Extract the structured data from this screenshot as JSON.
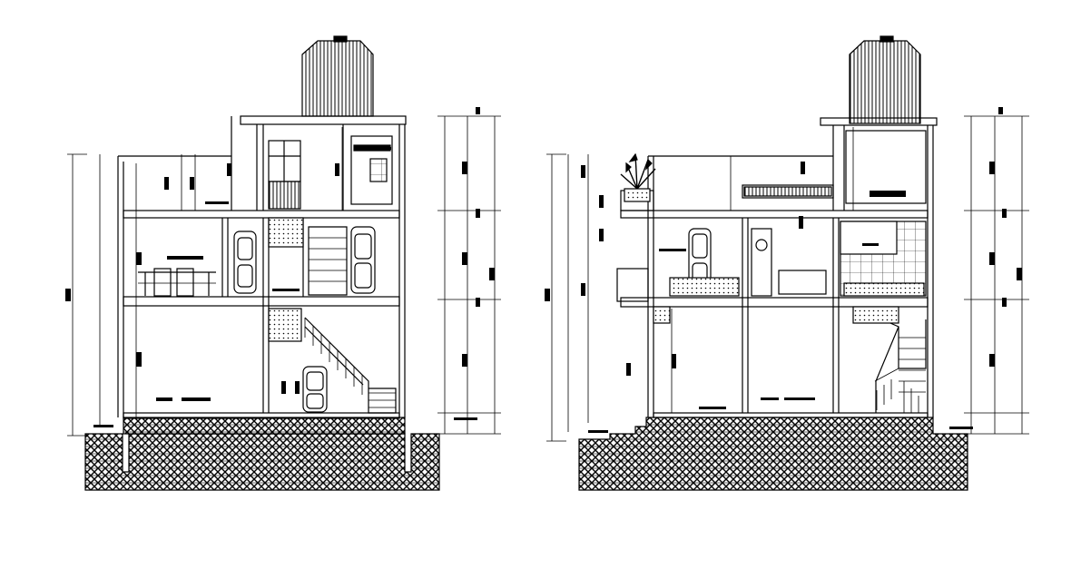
{
  "drawing": {
    "sections": [
      {
        "id": "section-left",
        "levels": [
          "ground-floor",
          "first-floor",
          "terrace"
        ],
        "has_water_tank": true
      },
      {
        "id": "section-right",
        "levels": [
          "ground-floor",
          "first-floor",
          "terrace"
        ],
        "has_water_tank": true
      }
    ],
    "colors": {
      "ink": "#000000",
      "paper": "#ffffff"
    }
  }
}
